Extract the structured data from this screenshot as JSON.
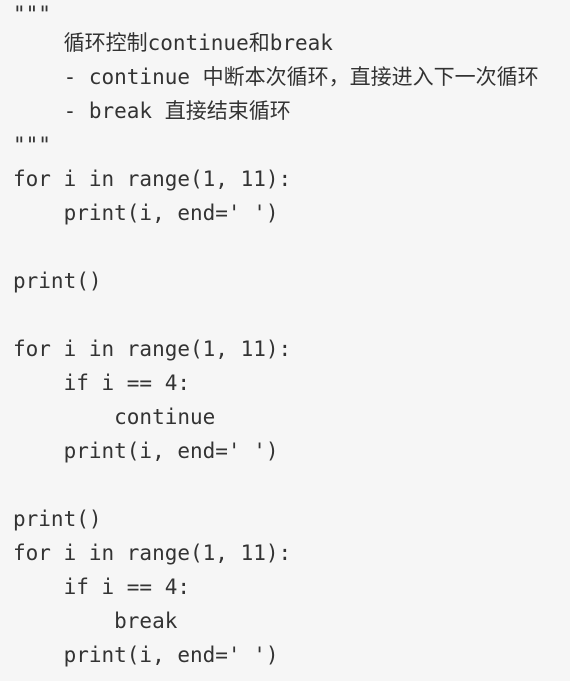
{
  "code": {
    "lines": [
      "\"\"\"",
      "    循环控制continue和break",
      "    - continue 中断本次循环，直接进入下一次循环",
      "    - break 直接结束循环",
      "\"\"\"",
      "for i in range(1, 11):",
      "    print(i, end=' ')",
      "",
      "print()",
      "",
      "for i in range(1, 11):",
      "    if i == 4:",
      "        continue",
      "    print(i, end=' ')",
      "",
      "print()",
      "for i in range(1, 11):",
      "    if i == 4:",
      "        break",
      "    print(i, end=' ')"
    ]
  }
}
